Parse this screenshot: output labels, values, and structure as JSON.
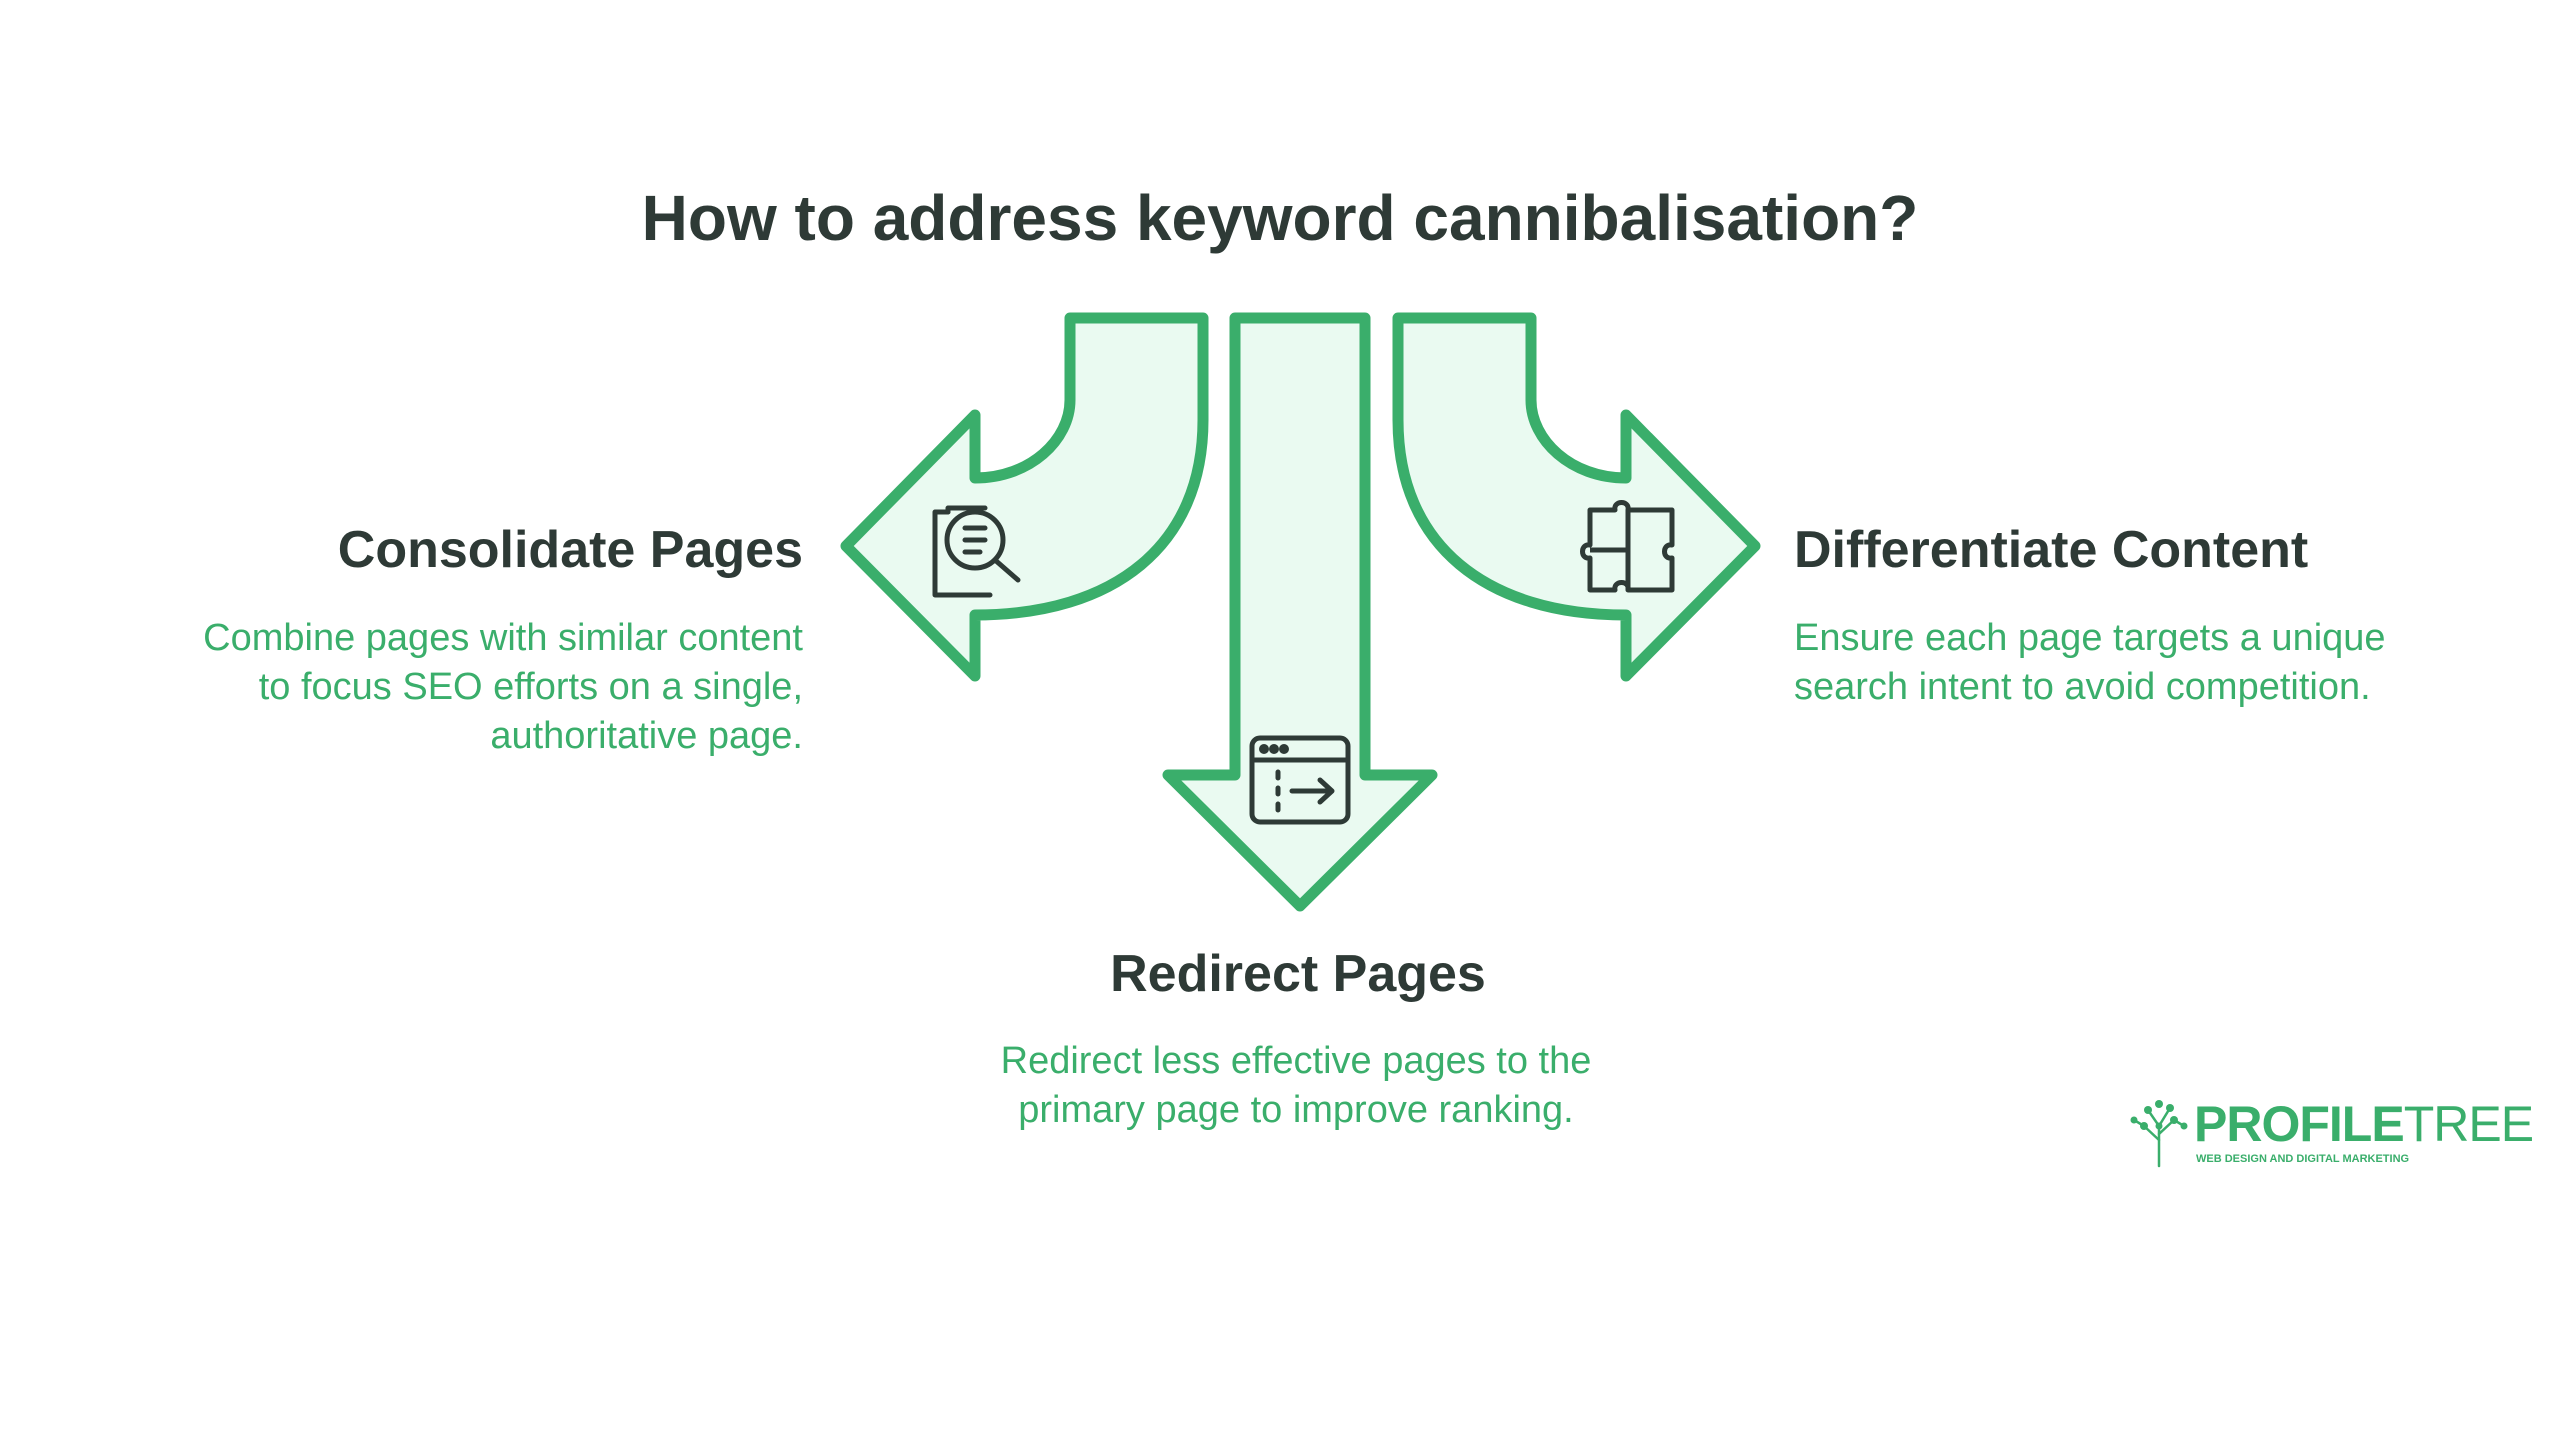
{
  "title": "How to address keyword cannibalisation?",
  "branches": {
    "left": {
      "heading": "Consolidate Pages",
      "lines": [
        "Combine pages with similar content",
        "to focus SEO efforts on a single,",
        "authoritative page."
      ],
      "icon": "document-search-icon"
    },
    "bottom": {
      "heading": "Redirect Pages",
      "lines": [
        "Redirect less effective pages to the",
        "primary page to improve ranking."
      ],
      "icon": "browser-redirect-icon"
    },
    "right": {
      "heading": "Differentiate Content",
      "lines": [
        "Ensure each page targets a unique",
        "search intent to avoid competition."
      ],
      "icon": "puzzle-icon"
    }
  },
  "logo": {
    "name_bold": "PROFILE",
    "name_light": "TREE",
    "tagline": "WEB DESIGN AND DIGITAL MARKETING"
  },
  "colors": {
    "arrow_stroke": "#3aae6b",
    "arrow_fill": "#eafaf1",
    "heading": "#2e3a36",
    "description": "#3aae6b",
    "icon": "#2e3a36"
  }
}
